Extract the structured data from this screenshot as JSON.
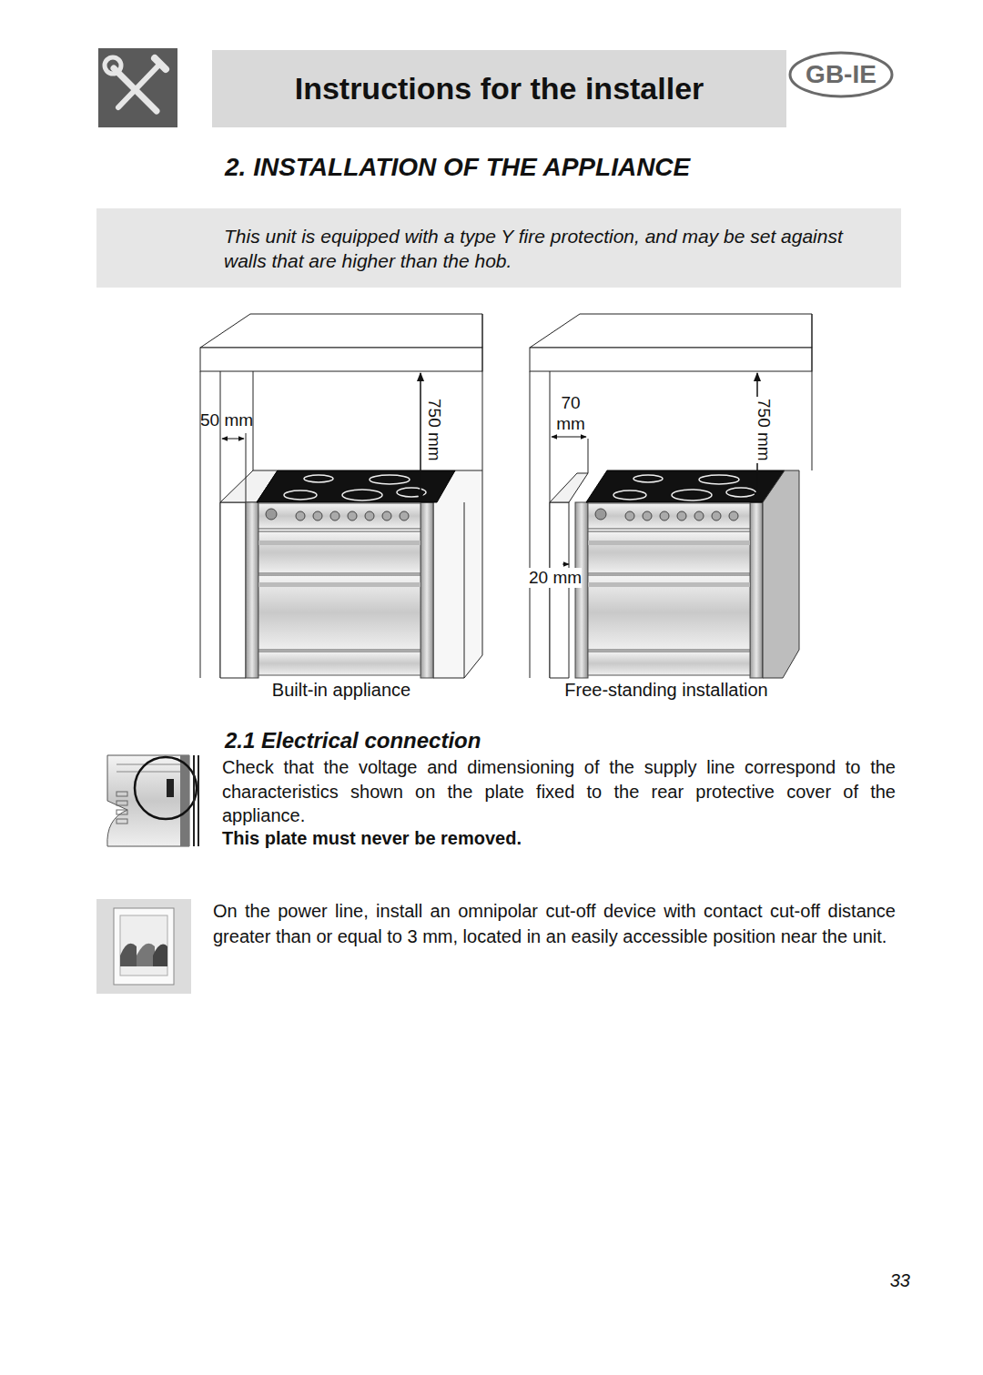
{
  "diagram": {
    "title": "2. INSTALLATION OF THE APPLIANCE",
    "nodes": [
      {
        "text": [
          "Instructions for the installer"
        ]
      },
      {
        "text": [
          "GB-IE"
        ]
      },
      {
        "text": [
          "This unit is equipped with a type Y fire protection, and may be set against walls that are higher than the hob."
        ]
      }
    ],
    "labels": [
      "50 mm",
      "750 mm",
      "70 mm",
      "750 mm",
      "20 mm",
      "Built-in appliance",
      "Free-standing installation",
      "2.1 Electrical connection",
      "Check that the voltage and dimensioning of the supply line correspond to the characteristics shown on the plate fixed to the rear protective cover of the appliance.",
      "This plate must never be removed.",
      "On the power line, install an omnipolar cut-off device with contact cut-off distance greater than or equal to 3 mm, located in an easily accessible position near the unit.",
      "33"
    ]
  }
}
